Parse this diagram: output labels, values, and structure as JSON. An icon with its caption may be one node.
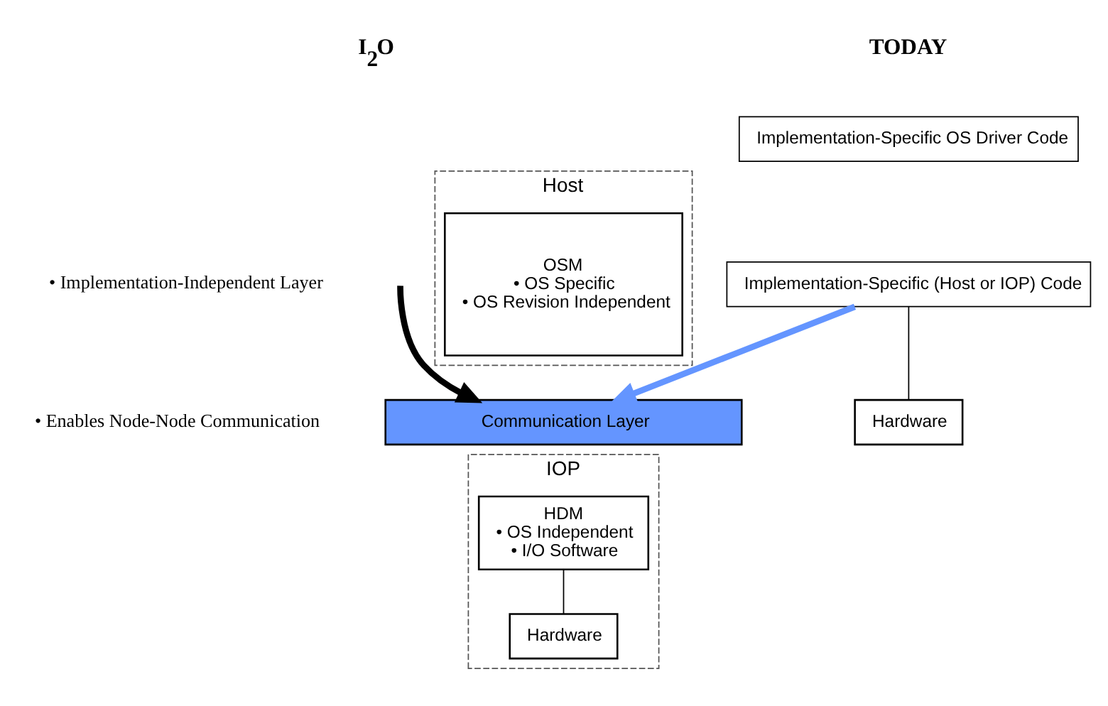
{
  "diagram": {
    "nodes": [
      {
        "text": [
          "Implementation-Specific OS Driver Code"
        ]
      },
      {
        "text": [
          "Implementation-Specific (Host or IOP) Code"
        ]
      },
      {
        "text": [
          "Hardware"
        ]
      },
      {
        "text": [
          "Host"
        ]
      },
      {
        "text": [
          "OSM",
          "• OS Specific",
          "• OS Revision Independent"
        ],
        "in": 3
      },
      {
        "text": [
          "Communication Layer"
        ]
      },
      {
        "text": [
          "IOP"
        ]
      },
      {
        "text": [
          "HDM",
          "• OS Independent",
          "• I/O Software"
        ],
        "in": 6
      },
      {
        "text": [
          "Hardware"
        ],
        "in": 6
      }
    ],
    "edges": [
      {
        "from": 1,
        "to": 2,
        "arrow": "none"
      },
      {
        "from": 1,
        "to": 5,
        "arrow": "to",
        "style": "thick",
        "color": "#6495ff"
      },
      {
        "from": null,
        "to": 5,
        "arrow": "to",
        "style": "thick",
        "color": "#000000"
      },
      {
        "from": 7,
        "to": 8,
        "arrow": "none"
      }
    ],
    "labels": [
      "TODAY",
      "I$_{2}$O",
      "• Implementation-Independent Layer",
      "• Enables Node-Node Communication"
    ]
  }
}
